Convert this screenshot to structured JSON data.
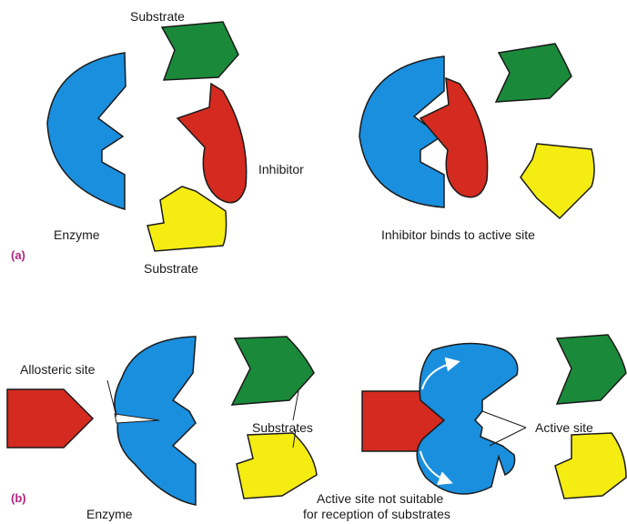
{
  "panel_a": {
    "tag": "(a)",
    "labels": {
      "substrate_top": "Substrate",
      "inhibitor": "Inhibitor",
      "enzyme": "Enzyme",
      "substrate_bottom": "Substrate",
      "caption": "Inhibitor binds to active site"
    }
  },
  "panel_b": {
    "tag": "(b)",
    "labels": {
      "allosteric_site": "Allosteric site",
      "substrates": "Substrates",
      "active_site": "Active site",
      "enzyme": "Enzyme",
      "caption_line1": "Active site not suitable",
      "caption_line2": "for reception of substrates"
    }
  },
  "colors": {
    "enzyme": "#1a8fde",
    "inhibitor": "#d42a1f",
    "substrate_green": "#1a8a3a",
    "substrate_yellow": "#f5ec12",
    "outline": "#1a1a1a",
    "panel_tag": "#b0267e"
  }
}
